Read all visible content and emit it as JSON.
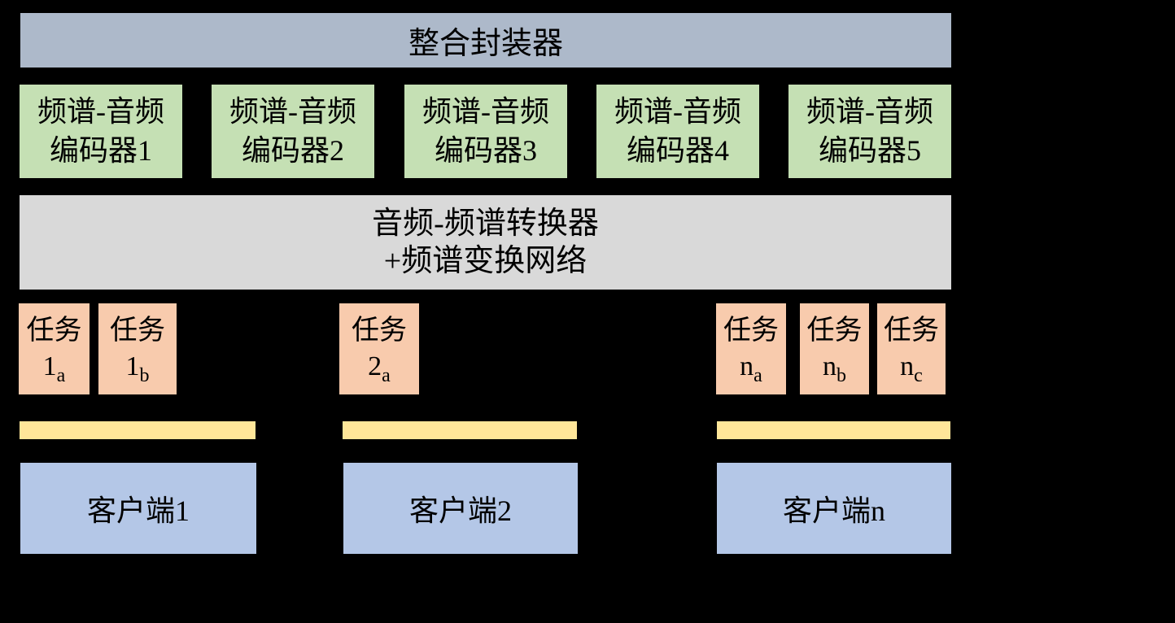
{
  "diagram": {
    "wrapper": {
      "label": "整合封装器"
    },
    "encoders": [
      {
        "line1": "频谱-音频",
        "line2": "编码器1"
      },
      {
        "line1": "频谱-音频",
        "line2": "编码器2"
      },
      {
        "line1": "频谱-音频",
        "line2": "编码器3"
      },
      {
        "line1": "频谱-音频",
        "line2": "编码器4"
      },
      {
        "line1": "频谱-音频",
        "line2": "编码器5"
      }
    ],
    "converter": {
      "line1": "音频-频谱转换器",
      "line2": "+频谱变换网络"
    },
    "tasks": [
      {
        "prefix": "任务",
        "num": "1",
        "sub": "a"
      },
      {
        "prefix": "任务",
        "num": "1",
        "sub": "b"
      },
      {
        "prefix": "任务",
        "num": "2",
        "sub": "a"
      },
      {
        "prefix": "任务",
        "num": "n",
        "sub": "a"
      },
      {
        "prefix": "任务",
        "num": "n",
        "sub": "b"
      },
      {
        "prefix": "任务",
        "num": "n",
        "sub": "c"
      }
    ],
    "clients": [
      {
        "label": "客户端1"
      },
      {
        "label": "客户端2"
      },
      {
        "label": "客户端n"
      }
    ],
    "colors": {
      "background": "#000000",
      "wrapper_bar": "#ADB9CA",
      "encoder_box": "#C5E0B4",
      "converter_bar": "#D9D9D9",
      "task_box": "#F8CBAD",
      "connector_bar": "#FFE699",
      "client_box": "#B4C7E7",
      "text": "#000000"
    }
  }
}
